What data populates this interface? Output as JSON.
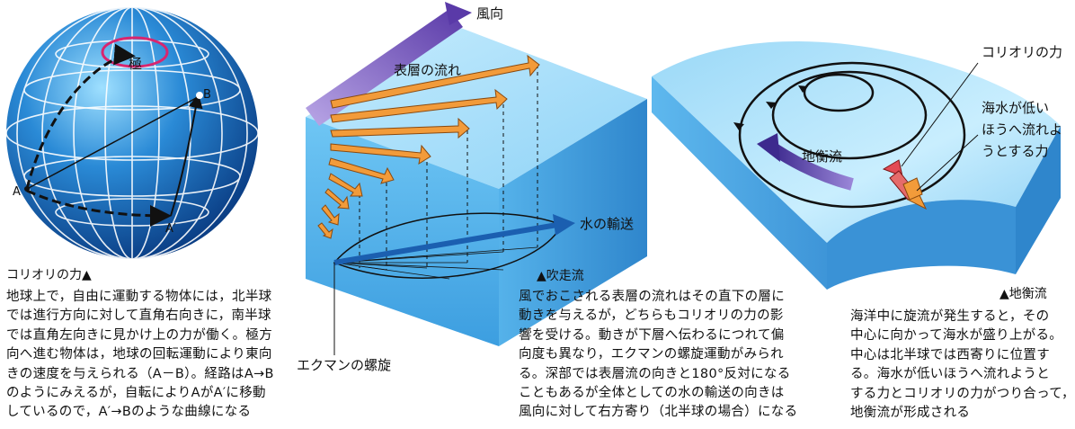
{
  "globe": {
    "pole_label": "極",
    "point_a": "A",
    "point_b": "B",
    "point_a_prime": "A′"
  },
  "block1": {
    "wind_label": "風向",
    "surface_current_label": "表層の流れ",
    "transport_label": "水の輸送",
    "ekman_label": "エクマンの螺旋"
  },
  "block2": {
    "coriolis_label": "コリオリの力",
    "pressure_label_lines": [
      "海水が低い",
      "ほうへ流れよ",
      "うとする力"
    ],
    "geostrophic_label": "地衡流"
  },
  "captions": {
    "coriolis": "コリオリの力▲",
    "drift": "▲吹走流",
    "geostrophic": "▲地衡流"
  },
  "paragraphs": {
    "coriolis": [
      "地球上で，自由に運動する物体には，北半球",
      "では進行方向に対して直角右向きに，南半球",
      "では直角左向きに見かけ上の力が働く。極方",
      "向へ進む物体は，地球の回転運動により東向",
      "きの速度を与えられる（A－B）。経路はA→B",
      "のようにみえるが，自転によりAがA′に移動",
      "しているので，A′→Bのような曲線になる"
    ],
    "drift": [
      "風でおこされる表層の流れはその直下の層に",
      "動きを与えるが，どちらもコリオリの力の影",
      "響を受ける。動きが下層へ伝わるにつれて偏",
      "向度も異なり，エクマンの螺旋運動がみられ",
      "る。深部では表層流の向きと180°反対になる",
      "こともあるが全体としての水の輸送の向きは",
      "風向に対して右方寄り（北半球の場合）になる"
    ],
    "geostrophic": [
      "海洋中に旋流が発生すると，その",
      "中心に向かって海水が盛り上がる。",
      "中心は北半球では西寄りに位置す",
      "る。海水が低いほうへ流れようと",
      "する力とコリオリの力がつり合って，",
      "地衡流が形成される"
    ]
  },
  "colors": {
    "globe_ocean": "#1b6fc0",
    "water_face": "#5fb8ef",
    "arrow_orange": "#f29b3a",
    "wind_purple": "#6a4bb0",
    "pole_ring": "#d8266f"
  }
}
